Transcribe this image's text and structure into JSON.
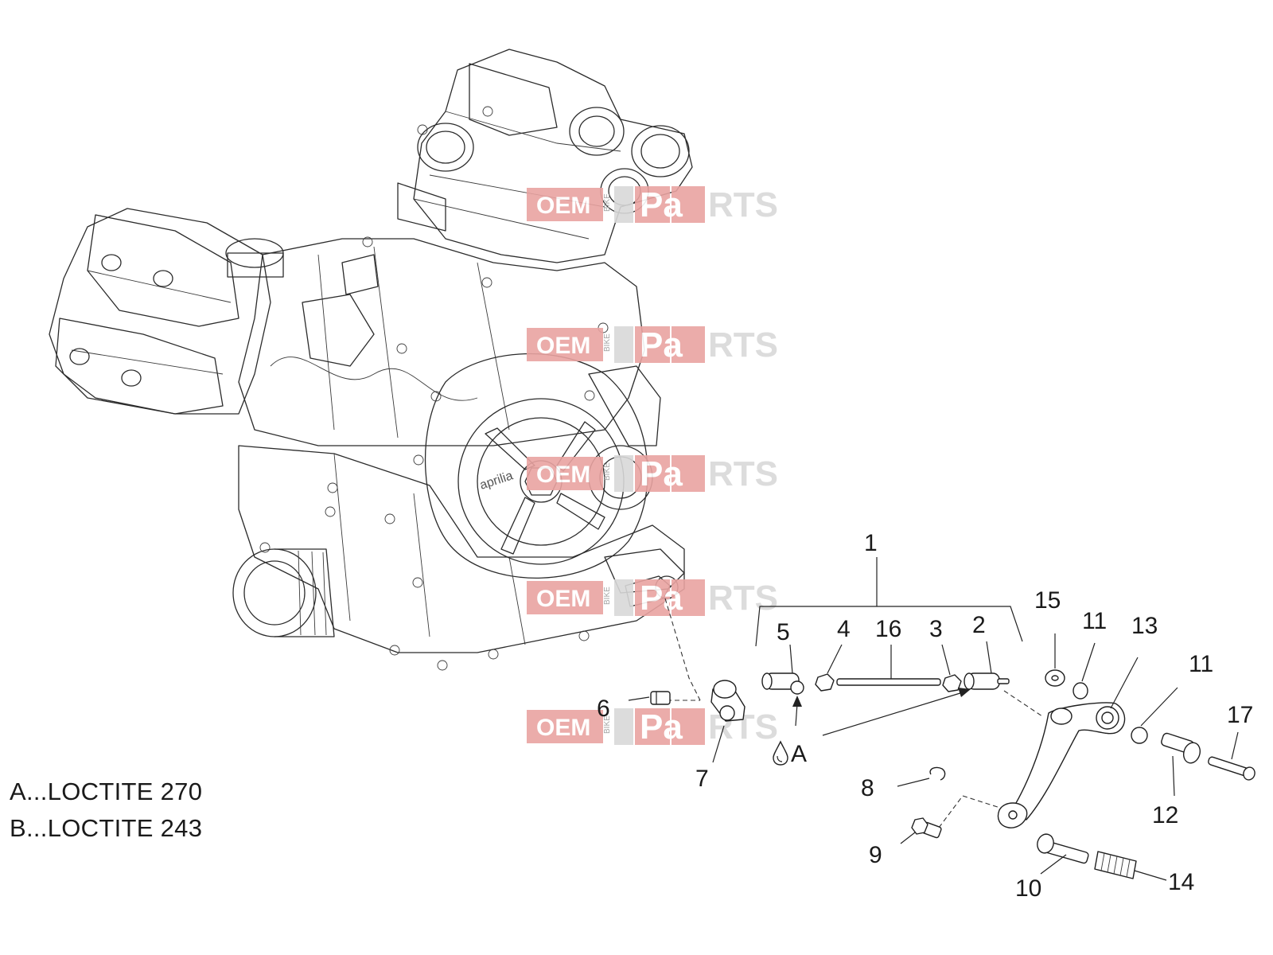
{
  "callouts": [
    {
      "id": "1",
      "label": "1"
    },
    {
      "id": "2",
      "label": "2"
    },
    {
      "id": "3",
      "label": "3"
    },
    {
      "id": "4",
      "label": "4"
    },
    {
      "id": "5",
      "label": "5"
    },
    {
      "id": "6",
      "label": "6"
    },
    {
      "id": "7",
      "label": "7"
    },
    {
      "id": "8",
      "label": "8"
    },
    {
      "id": "9",
      "label": "9"
    },
    {
      "id": "10",
      "label": "10"
    },
    {
      "id": "11a",
      "label": "11"
    },
    {
      "id": "11b",
      "label": "11"
    },
    {
      "id": "12",
      "label": "12"
    },
    {
      "id": "13",
      "label": "13"
    },
    {
      "id": "14",
      "label": "14"
    },
    {
      "id": "15",
      "label": "15"
    },
    {
      "id": "16",
      "label": "16"
    },
    {
      "id": "17",
      "label": "17"
    }
  ],
  "adhesive_marker": "A",
  "legend": [
    "A...LOCTITE 270",
    "B...LOCTITE 243"
  ],
  "engine_logo": "aprilia",
  "watermark": {
    "oem": "OEM",
    "bike": "BIKE",
    "pa": "Pa",
    "rts": "RTS",
    "colors": {
      "red": "#d9302c",
      "gray": "#d8d8d8"
    }
  }
}
